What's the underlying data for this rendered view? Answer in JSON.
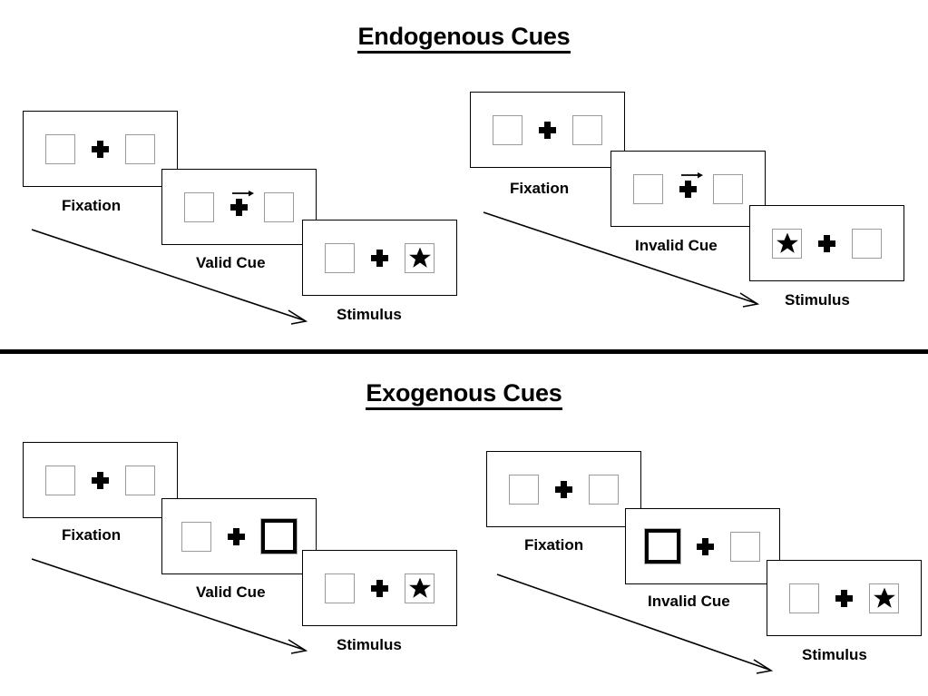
{
  "sections": [
    {
      "id": "endogenous",
      "title": "Endogenous Cues",
      "groups": [
        {
          "id": "endogenous-valid",
          "panels": [
            {
              "caption": "Fixation",
              "left": "empty",
              "right": "empty",
              "cue": "none"
            },
            {
              "caption": "Valid Cue",
              "left": "empty",
              "right": "empty",
              "cue": "arrow-right"
            },
            {
              "caption": "Stimulus",
              "left": "empty",
              "right": "star",
              "cue": "none"
            }
          ]
        },
        {
          "id": "endogenous-invalid",
          "panels": [
            {
              "caption": "Fixation",
              "left": "empty",
              "right": "empty",
              "cue": "none"
            },
            {
              "caption": "Invalid Cue",
              "left": "empty",
              "right": "empty",
              "cue": "arrow-right"
            },
            {
              "caption": "Stimulus",
              "left": "star",
              "right": "empty",
              "cue": "none"
            }
          ]
        }
      ]
    },
    {
      "id": "exogenous",
      "title": "Exogenous Cues",
      "groups": [
        {
          "id": "exogenous-valid",
          "panels": [
            {
              "caption": "Fixation",
              "left": "empty",
              "right": "empty",
              "cue": "none"
            },
            {
              "caption": "Valid Cue",
              "left": "empty",
              "right": "cued",
              "cue": "none"
            },
            {
              "caption": "Stimulus",
              "left": "empty",
              "right": "star",
              "cue": "none"
            }
          ]
        },
        {
          "id": "exogenous-invalid",
          "panels": [
            {
              "caption": "Fixation",
              "left": "empty",
              "right": "empty",
              "cue": "none"
            },
            {
              "caption": "Invalid Cue",
              "left": "cued",
              "right": "empty",
              "cue": "none"
            },
            {
              "caption": "Stimulus",
              "left": "empty",
              "right": "star",
              "cue": "none"
            }
          ]
        }
      ]
    }
  ],
  "colors": {
    "box_border": "#9a9a9a",
    "cued_box_border": "#000000",
    "frame_border": "#000000",
    "ink": "#000000",
    "background": "#ffffff"
  },
  "icons": {
    "fixation_cross": "plus-icon",
    "cue_arrow": "arrow-right-icon",
    "target": "star-icon",
    "time_arrow": "time-arrow-icon"
  }
}
